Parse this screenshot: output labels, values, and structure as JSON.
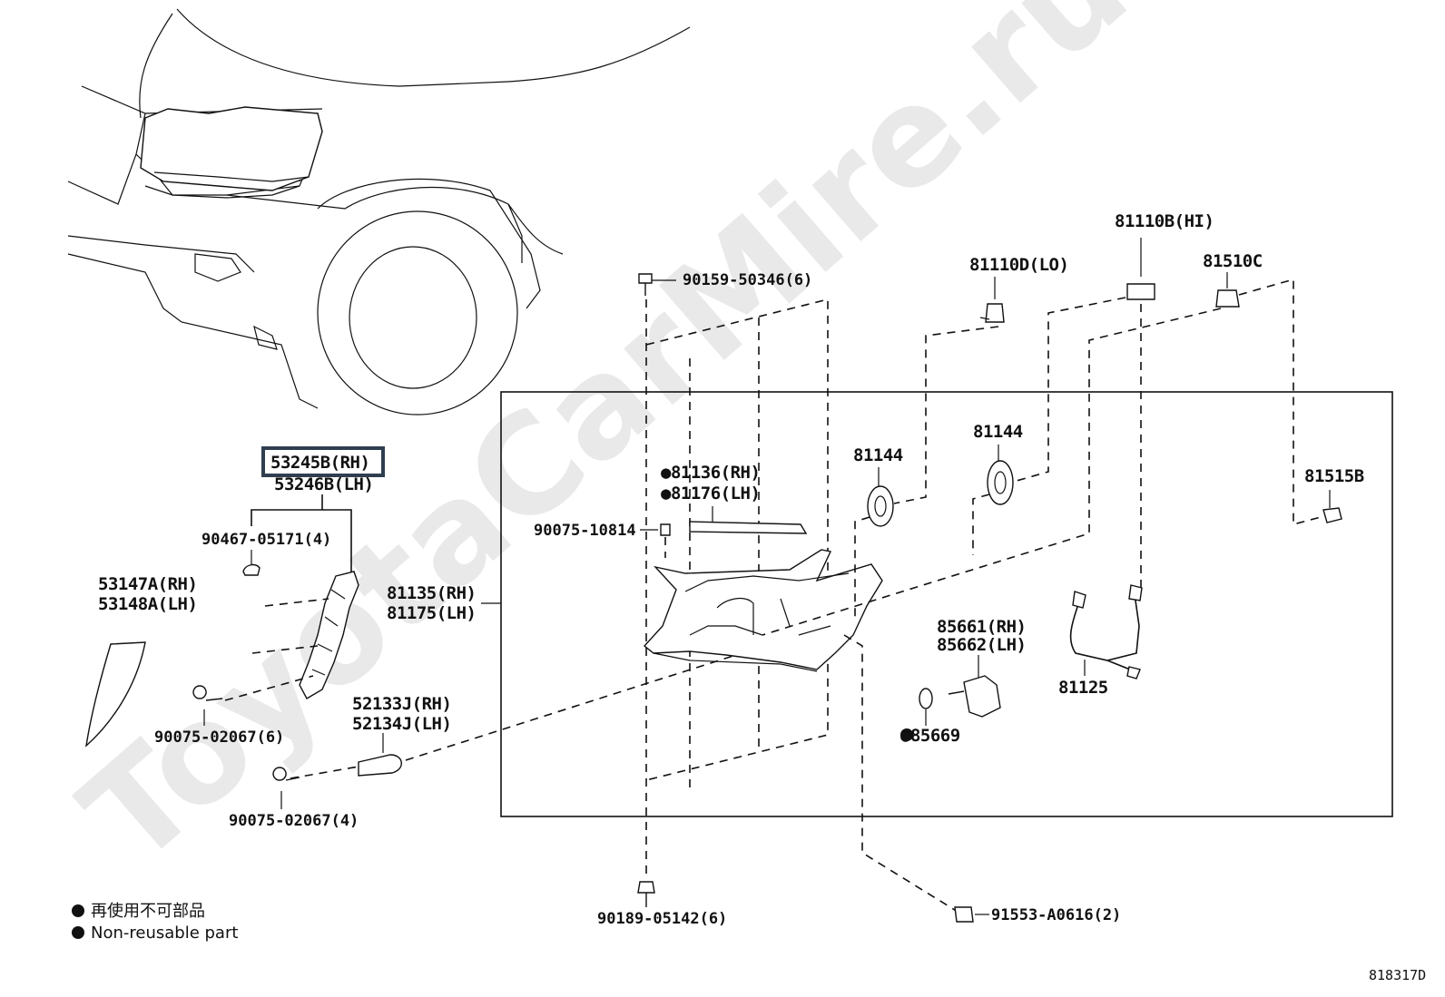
{
  "watermark": "ToyotaCarMire.ru",
  "diagram_code": "818317D",
  "legend": {
    "items": [
      {
        "marker": "filled-circle",
        "text": "再使用不可部品"
      },
      {
        "marker": "filled-circle",
        "text": "Non-reusable part"
      }
    ]
  },
  "colors": {
    "highlight_border": "#2f3f4f",
    "line": "#111111",
    "watermark": "#e9e9e9"
  },
  "parts": {
    "bracket_rh": "53245B(RH)",
    "bracket_lh": "53246B(LH)",
    "clip_90467": "90467-05171(4)",
    "cover_rh": "53147A(RH)",
    "cover_lh": "53148A(LH)",
    "screw_6": "90075-02067(6)",
    "guide_rh": "52133J(RH)",
    "guide_lh": "52134J(LH)",
    "screw_4": "90075-02067(4)",
    "bolt_top": "90159-50346(6)",
    "gasket_rh": "●81136(RH)",
    "gasket_lh": "●81176(LH)",
    "screw_10814": "90075-10814",
    "headlamp_rh": "81135(RH)",
    "headlamp_lh": "81175(LH)",
    "bulb_lo": "81110D(LO)",
    "bulb_hi": "81110B(HI)",
    "bulb_81510c": "81510C",
    "cap_1": "81144",
    "cap_2": "81144",
    "socket_81515b": "81515B",
    "actuator_rh": "85661(RH)",
    "actuator_lh": "85662(LH)",
    "oring": "●85669",
    "wire_81125": "81125",
    "bolt_bottom": "90189-05142(6)",
    "nut_91553": "91553-A0616(2)"
  }
}
